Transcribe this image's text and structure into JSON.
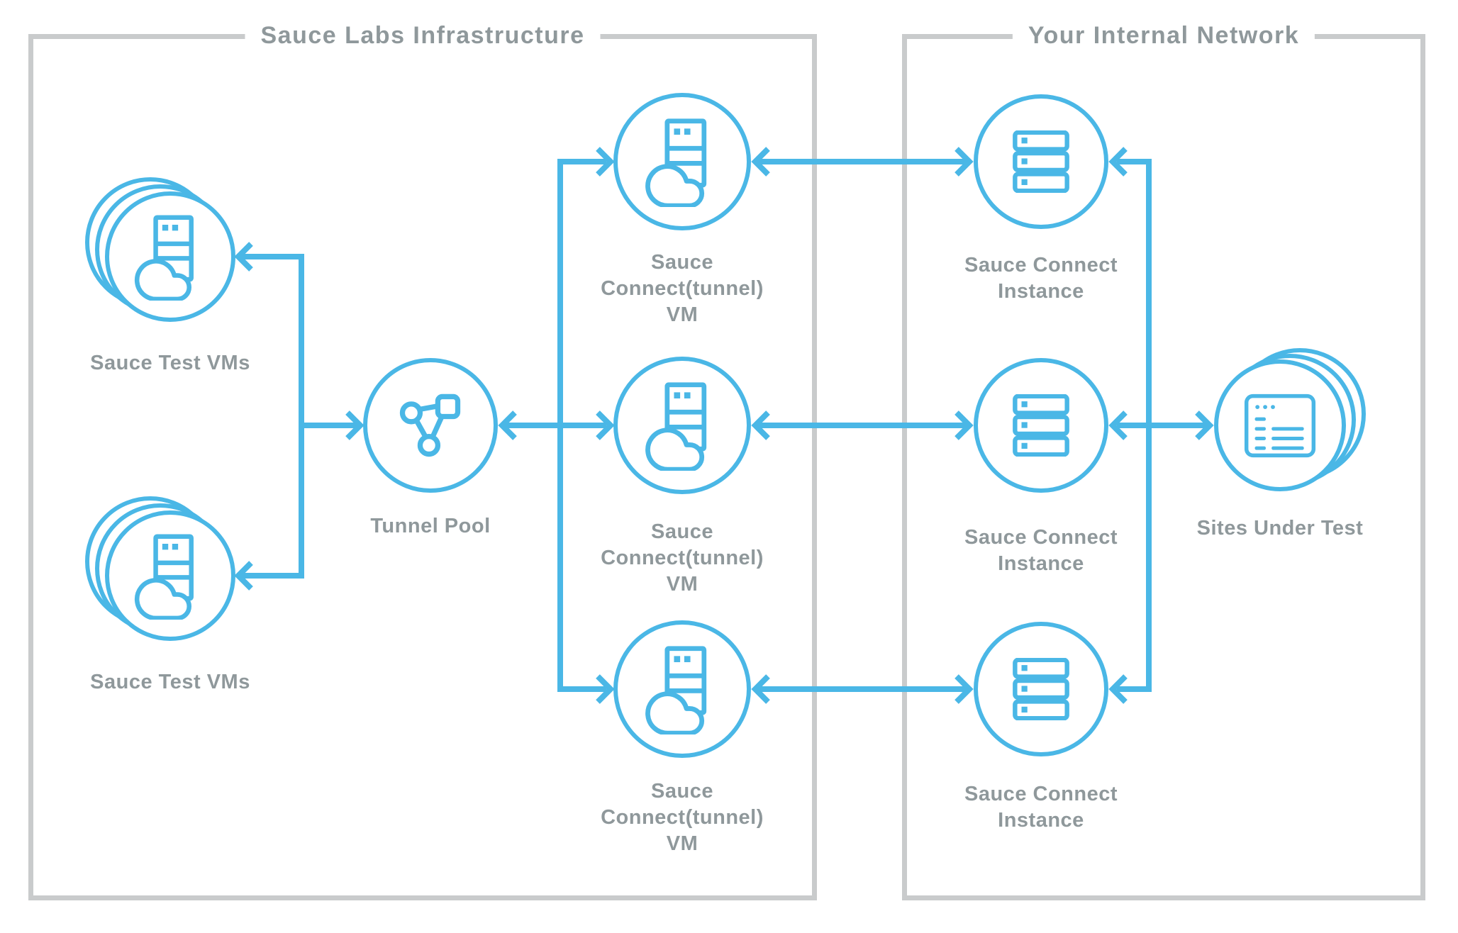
{
  "colors": {
    "accent_blue": "#4ab7e6",
    "label_gray": "#8f989b",
    "frame_gray": "#c9cbcc",
    "background": "#ffffff"
  },
  "frames": {
    "sauce": {
      "title": "Sauce Labs Infrastructure"
    },
    "internal": {
      "title": "Your Internal Network"
    }
  },
  "nodes": {
    "test_vms_top": {
      "label": "Sauce Test VMs",
      "icon": "cloud-server-icon"
    },
    "test_vms_bottom": {
      "label": "Sauce Test VMs",
      "icon": "cloud-server-icon"
    },
    "tunnel_pool": {
      "label": "Tunnel Pool",
      "icon": "network-nodes-icon"
    },
    "sc_tunnel_vm_top": {
      "label": "Sauce Connect(tunnel) VM",
      "icon": "cloud-server-icon"
    },
    "sc_tunnel_vm_middle": {
      "label": "Sauce Connect(tunnel) VM",
      "icon": "cloud-server-icon"
    },
    "sc_tunnel_vm_bottom": {
      "label": "Sauce Connect(tunnel) VM",
      "icon": "cloud-server-icon"
    },
    "sc_instance_top": {
      "label": "Sauce Connect Instance",
      "icon": "server-rack-icon"
    },
    "sc_instance_middle": {
      "label": "Sauce Connect Instance",
      "icon": "server-rack-icon"
    },
    "sc_instance_bottom": {
      "label": "Sauce Connect Instance",
      "icon": "server-rack-icon"
    },
    "sites_under_test": {
      "label": "Sites Under Test",
      "icon": "browser-window-icon"
    }
  }
}
